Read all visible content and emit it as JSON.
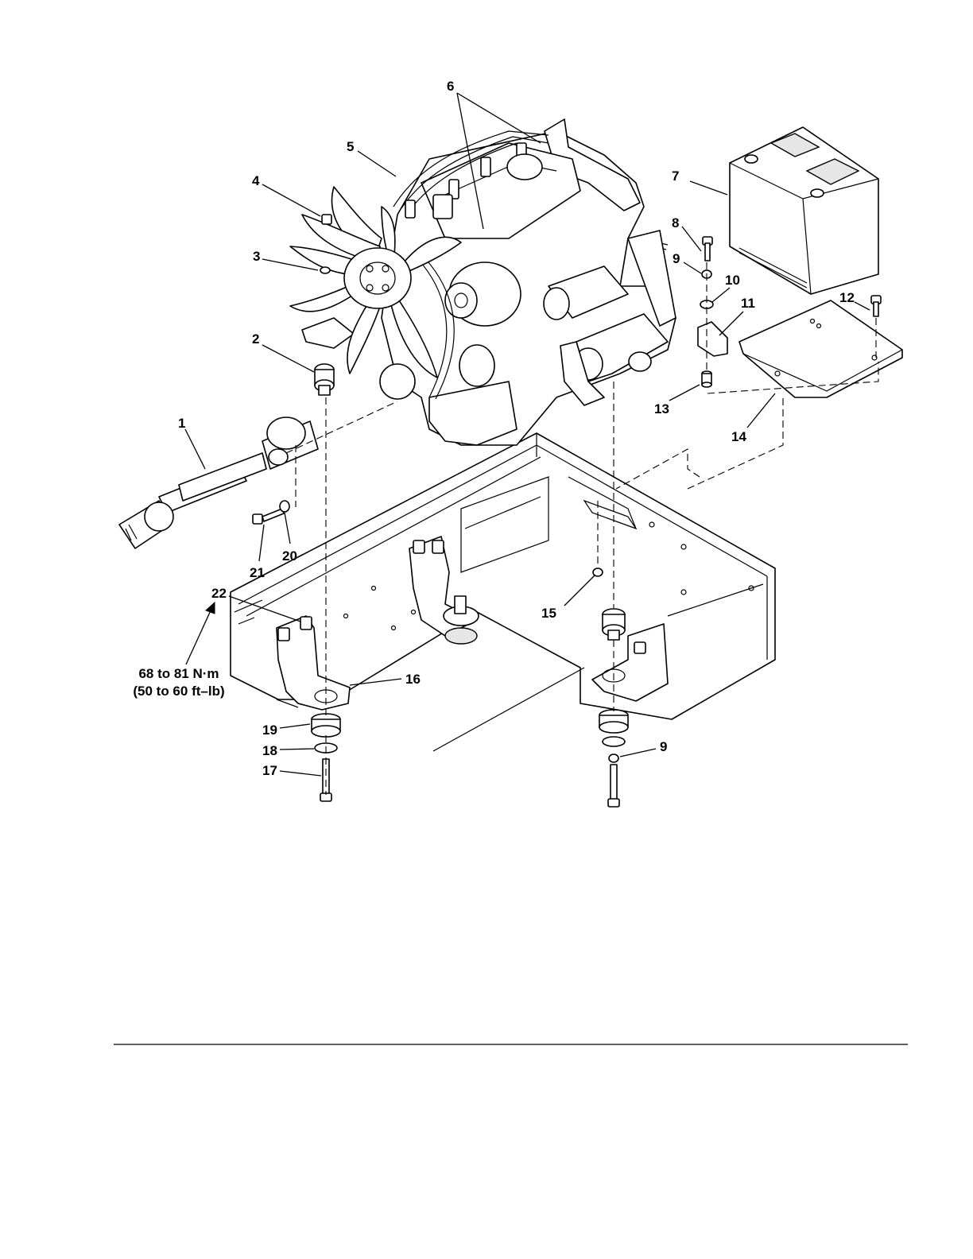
{
  "callouts": {
    "c1": "1",
    "c2": "2",
    "c3": "3",
    "c4": "4",
    "c5": "5",
    "c6": "6",
    "c7": "7",
    "c8": "8",
    "c9a": "9",
    "c9b": "9",
    "c10": "10",
    "c11": "11",
    "c12": "12",
    "c13": "13",
    "c14": "14",
    "c15": "15",
    "c16": "16",
    "c17": "17",
    "c18": "18",
    "c19": "19",
    "c20": "20",
    "c21": "21",
    "c22": "22"
  },
  "torque": {
    "metric": "68 to 81 N·m",
    "imperial": "(50 to 60 ft–lb)"
  }
}
